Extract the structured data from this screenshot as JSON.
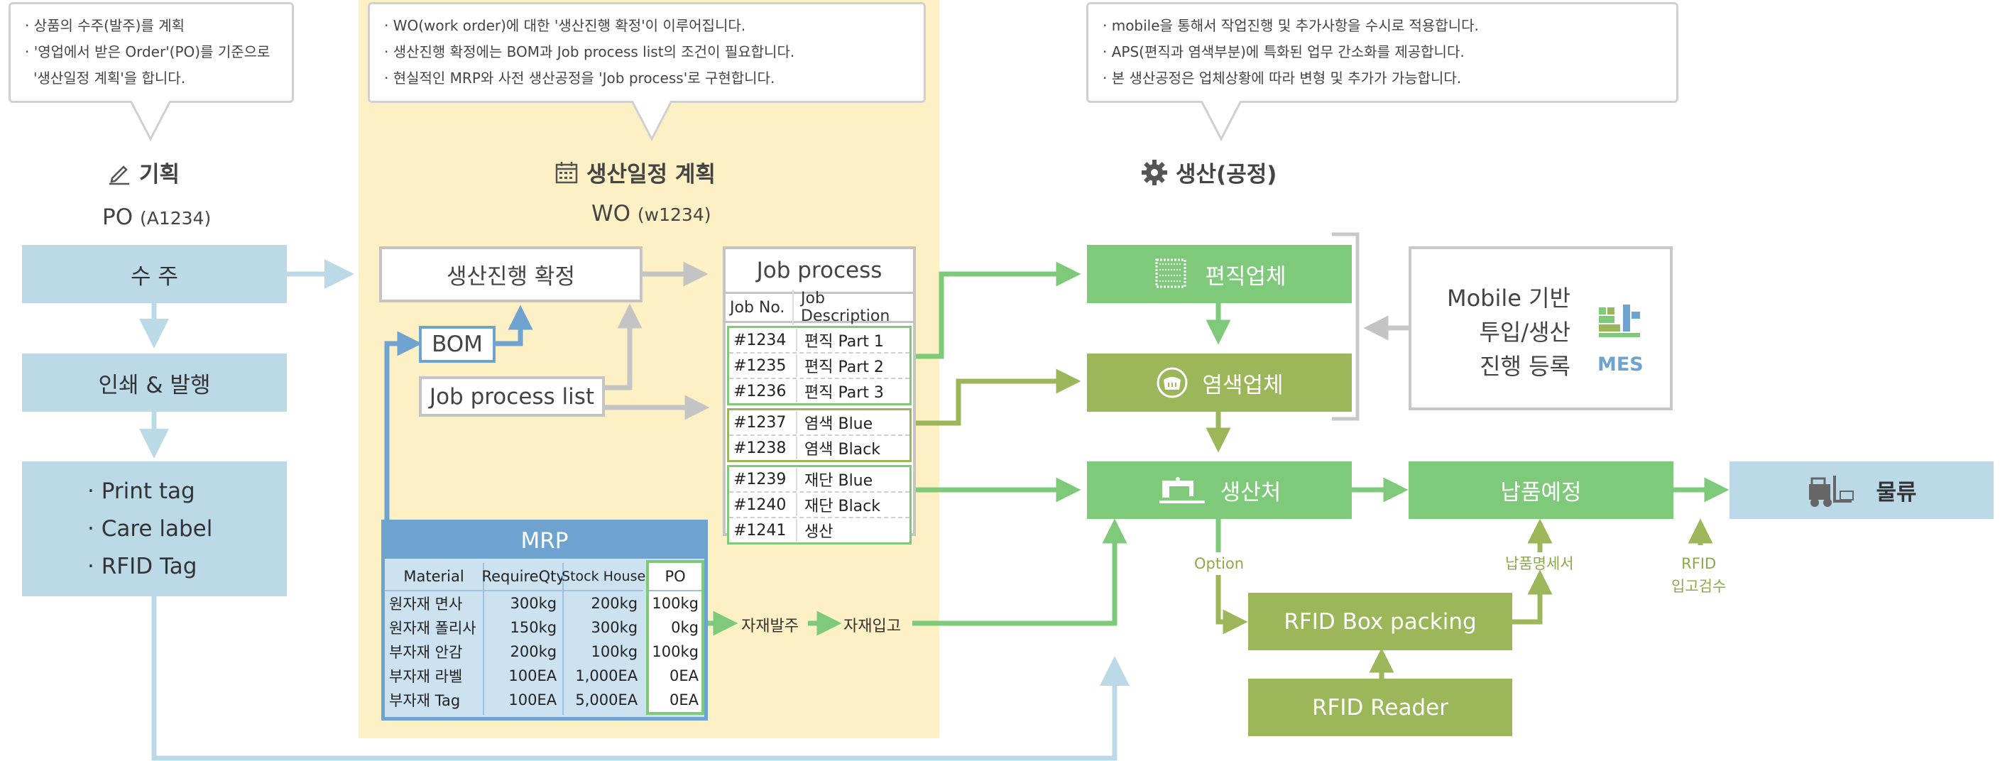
{
  "bubbles": {
    "planning": [
      "· 상품의 수주(발주)를 계획",
      "· '영업에서 받은 Order'(PO)를 기준으로",
      "'생산일정 계획'을 합니다."
    ],
    "schedule": [
      "· WO(work order)에 대한 '생산진행 확정'이 이루어집니다.",
      "· 생산진행 확정에는 BOM과 Job process list의 조건이 필요합니다.",
      "· 현실적인 MRP와 사전 생산공정을 'Job process'로 구현합니다."
    ],
    "production": [
      "· mobile을 통해서 작업진행 및 추가사항을 수시로 적용합니다.",
      "· APS(편직과 염색부분)에 특화된 업무 간소화를 제공합니다.",
      "· 본 생산공정은 업체상황에 따라 변형 및 추가가 가능합니다."
    ]
  },
  "sections": {
    "planning": {
      "title": "기획",
      "sub": "PO",
      "code": "(A1234)"
    },
    "schedule": {
      "title": "생산일정 계획",
      "sub": "WO",
      "code": "(w1234)"
    },
    "production": {
      "title": "생산(공정)"
    }
  },
  "left_boxes": {
    "order": "수 주",
    "print": "인쇄 & 발행",
    "tags": [
      "· Print tag",
      "· Care label",
      "· RFID Tag"
    ]
  },
  "schedule_boxes": {
    "confirm": "생산진행 확정",
    "bom": "BOM",
    "job_list": "Job process list"
  },
  "job_process": {
    "title": "Job process",
    "headers": [
      "Job No.",
      "Job Description"
    ],
    "groups": [
      {
        "color": "#7ec97a",
        "rows": [
          [
            "#1234",
            "편직 Part 1"
          ],
          [
            "#1235",
            "편직 Part 2"
          ],
          [
            "#1236",
            "편직 Part 3"
          ]
        ]
      },
      {
        "color": "#9cb65a",
        "rows": [
          [
            "#1237",
            "염색 Blue"
          ],
          [
            "#1238",
            "염색 Black"
          ]
        ]
      },
      {
        "color": "#7ec97a",
        "rows": [
          [
            "#1239",
            "재단 Blue"
          ],
          [
            "#1240",
            "재단 Black"
          ],
          [
            "#1241",
            "생산"
          ]
        ]
      }
    ]
  },
  "mrp": {
    "title": "MRP",
    "headers": [
      "Material",
      "RequireQty",
      "Stock House",
      "PO"
    ],
    "rows": [
      [
        "원자재 면사",
        "300kg",
        "200kg",
        "100kg"
      ],
      [
        "원자재 폴리사",
        "150kg",
        "300kg",
        "0kg"
      ],
      [
        "부자재 안감",
        "200kg",
        "100kg",
        "100kg"
      ],
      [
        "부자재 라벨",
        "100EA",
        "1,000EA",
        "0EA"
      ],
      [
        "부자재 Tag",
        "100EA",
        "5,000EA",
        "0EA"
      ]
    ]
  },
  "material_flow": {
    "order": "자재발주",
    "receive": "자재입고"
  },
  "production": {
    "knitting": "편직업체",
    "dyeing": "염색업체",
    "factory": "생산처",
    "delivery": "납품예정",
    "logistics": "물류",
    "rfid_box": "RFID Box packing",
    "rfid_reader": "RFID Reader",
    "option": "Option",
    "invoice": "납품명세서",
    "rfid_check": [
      "RFID",
      "입고검수"
    ]
  },
  "mes": {
    "lines": [
      "Mobile 기반",
      "투입/생산",
      "진행 등록"
    ],
    "label": "MES"
  },
  "colors": {
    "blue": "#bcd9e8",
    "blue_dark": "#6fa3cf",
    "green": "#7ec97a",
    "olive": "#9cb65a",
    "yellow": "#fdf0c4",
    "gray": "#c4c4c4"
  },
  "icons": [
    "pencil-icon",
    "calendar-icon",
    "gear-icon",
    "fabric-icon",
    "dye-pot-icon",
    "sewing-machine-icon",
    "forklift-icon",
    "mes-logo-icon"
  ]
}
